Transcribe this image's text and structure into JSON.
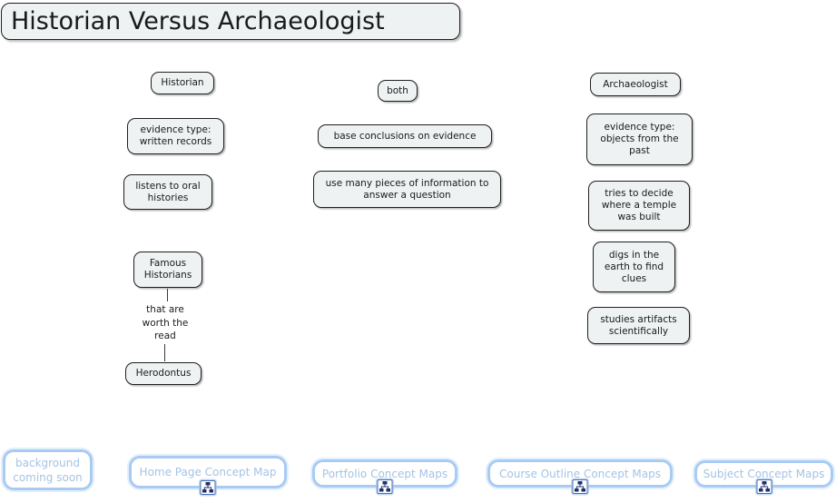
{
  "title": "Historian Versus Archaeologist",
  "nodes": {
    "historian": {
      "label": "Historian"
    },
    "both": {
      "label": "both"
    },
    "archaeologist": {
      "label": "Archaeologist"
    },
    "evidence_written": {
      "label": "evidence type: written records"
    },
    "base_conclusions": {
      "label": "base conclusions on evidence"
    },
    "evidence_objects": {
      "label": "evidence type: objects from the past"
    },
    "listens_oral": {
      "label": "listens to oral histories"
    },
    "use_many": {
      "label": "use many pieces of information to answer a question"
    },
    "tries_decide": {
      "label": "tries to decide where a temple was built"
    },
    "famous_historians": {
      "label": "Famous Historians"
    },
    "digs_earth": {
      "label": "digs in the earth to find clues"
    },
    "studies_artifacts": {
      "label": "studies artifacts scientifically"
    },
    "herodontus": {
      "label": "Herodontus"
    }
  },
  "linking_phrase": "that are worth the read",
  "footer": {
    "items": [
      {
        "label": "background coming soon",
        "has_icon": false
      },
      {
        "label": "Home Page Concept Map",
        "has_icon": true,
        "icon": "concept-map-icon"
      },
      {
        "label": "Portfolio Concept Maps",
        "has_icon": true,
        "icon": "concept-map-icon"
      },
      {
        "label": "Course Outline Concept Maps",
        "has_icon": true,
        "icon": "concept-map-icon"
      },
      {
        "label": "Subject Concept Maps",
        "has_icon": true,
        "icon": "concept-map-icon"
      }
    ]
  },
  "colors": {
    "canvas_bg": "#ffffff",
    "node_fill": "#eef2f2",
    "node_border": "#1f1f1f",
    "node_text": "#1a1a1a",
    "footer_border": "#a8cbf4",
    "footer_text": "#a5c3e4",
    "icon_border": "#4a6fae",
    "icon_glyph": "#1c2f6e"
  }
}
